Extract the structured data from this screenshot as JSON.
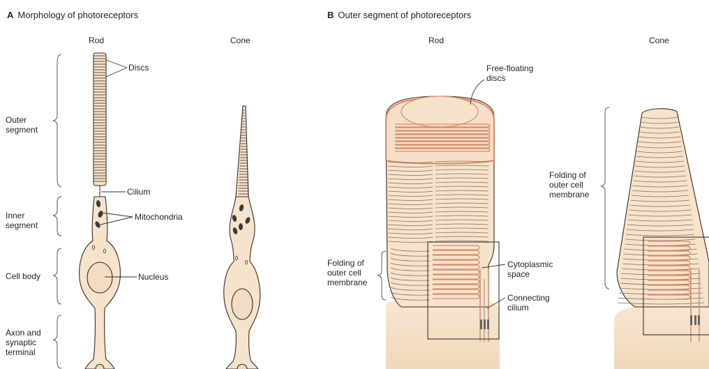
{
  "panel_a": {
    "letter": "A",
    "title": "Morphology of photoreceptors",
    "rod_header": "Rod",
    "cone_header": "Cone",
    "regions": {
      "outer_segment": "Outer\nsegment",
      "inner_segment": "Inner\nsegment",
      "cell_body": "Cell body",
      "axon": "Axon and\nsynaptic\nterminal"
    },
    "callouts": {
      "discs": "Discs",
      "cilium": "Cilium",
      "mitochondria": "Mitochondria",
      "nucleus": "Nucleus"
    }
  },
  "panel_b": {
    "letter": "B",
    "title": "Outer segment of photoreceptors",
    "rod_header": "Rod",
    "cone_header": "Cone",
    "callouts": {
      "free_floating": "Free-floating\ndiscs",
      "folding_rod": "Folding of\nouter cell\nmembrane",
      "cytoplasmic": "Cytoplasmic\nspace",
      "connecting": "Connecting\ncilium",
      "folding_cone": "Folding of\nouter cell\nmembrane"
    }
  },
  "colors": {
    "cell_fill": "#f6e3cc",
    "membrane": "#d98a6a",
    "outline": "#3a2a22",
    "mitochondria": "#3b3b3b"
  }
}
